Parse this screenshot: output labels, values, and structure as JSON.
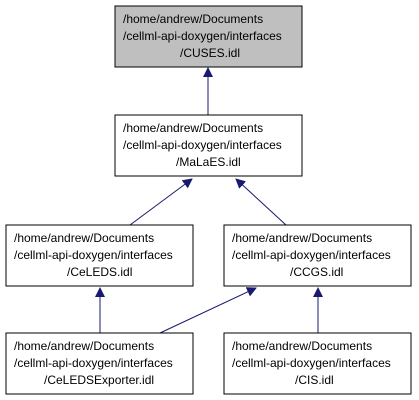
{
  "nodes": [
    {
      "id": "cuses",
      "lines": [
        "/home/andrew/Documents",
        "/cellml-api-doxygen/interfaces",
        "/CUSES.idl"
      ],
      "highlighted": true
    },
    {
      "id": "malaes",
      "lines": [
        "/home/andrew/Documents",
        "/cellml-api-doxygen/interfaces",
        "/MaLaES.idl"
      ],
      "highlighted": false
    },
    {
      "id": "celeds",
      "lines": [
        "/home/andrew/Documents",
        "/cellml-api-doxygen/interfaces",
        "/CeLEDS.idl"
      ],
      "highlighted": false
    },
    {
      "id": "ccgs",
      "lines": [
        "/home/andrew/Documents",
        "/cellml-api-doxygen/interfaces",
        "/CCGS.idl"
      ],
      "highlighted": false
    },
    {
      "id": "celedsexporter",
      "lines": [
        "/home/andrew/Documents",
        "/cellml-api-doxygen/interfaces",
        "/CeLEDSExporter.idl"
      ],
      "highlighted": false
    },
    {
      "id": "cis",
      "lines": [
        "/home/andrew/Documents",
        "/cellml-api-doxygen/interfaces",
        "/CIS.idl"
      ],
      "highlighted": false
    }
  ],
  "edges": [
    {
      "from": "malaes",
      "to": "cuses"
    },
    {
      "from": "celeds",
      "to": "malaes"
    },
    {
      "from": "ccgs",
      "to": "malaes"
    },
    {
      "from": "celedsexporter",
      "to": "celeds"
    },
    {
      "from": "celedsexporter",
      "to": "ccgs"
    },
    {
      "from": "cis",
      "to": "ccgs"
    }
  ],
  "colors": {
    "highlight_fill": "#bfbfbf",
    "node_fill": "#ffffff",
    "node_border": "#000000",
    "edge": "#191970"
  }
}
